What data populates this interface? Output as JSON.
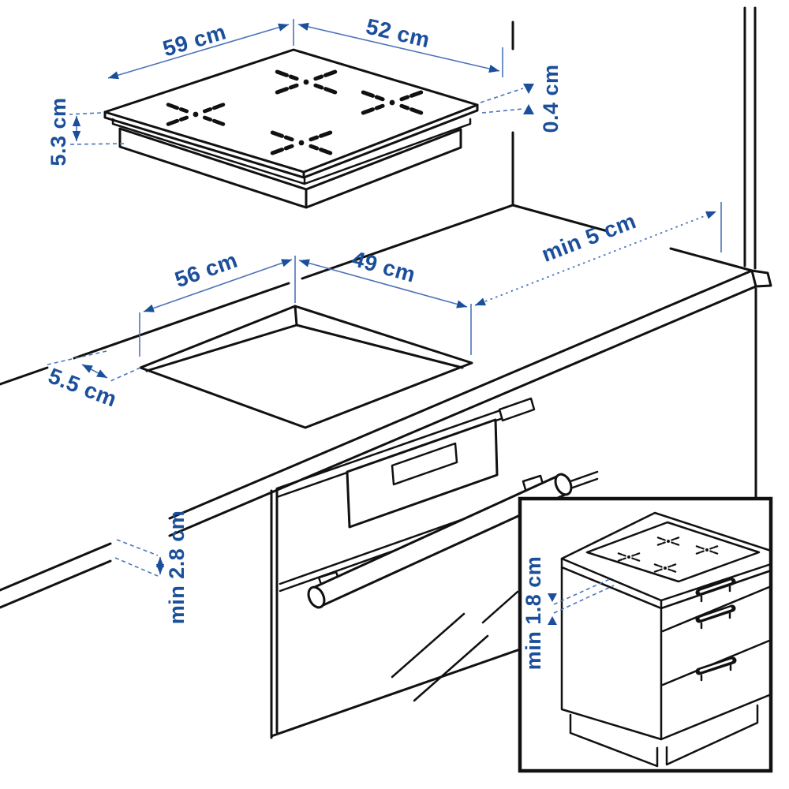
{
  "diagram": {
    "labels": {
      "cooktop_width": "59 cm",
      "cooktop_depth": "52 cm",
      "cooktop_height": "5.3 cm",
      "glass_thickness": "0.4 cm",
      "cutout_width": "56 cm",
      "cutout_depth": "49 cm",
      "side_clearance": "min 5 cm",
      "cutout_front_offset": "5.5 cm",
      "worktop_min_thickness": "min 2.8 cm",
      "drawer_clearance": "min 1.8 cm"
    },
    "colors": {
      "dimension_blue": "#1b4f9b",
      "dimension_line_blue": "#4d74b8",
      "line_black": "#111111",
      "background": "#ffffff"
    }
  }
}
